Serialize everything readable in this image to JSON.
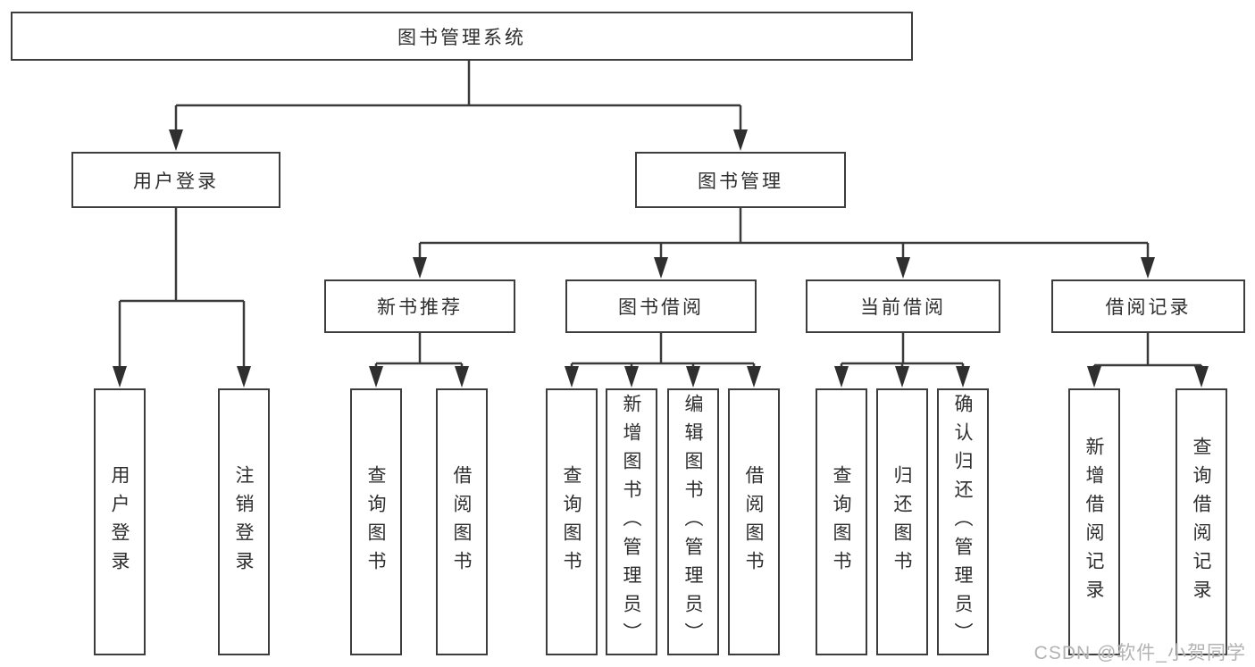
{
  "tree": {
    "root": {
      "label": "图书管理系统",
      "children": [
        {
          "label": "用户登录",
          "children": [
            {
              "label": "用户登录"
            },
            {
              "label": "注销登录"
            }
          ]
        },
        {
          "label": "图书管理",
          "children": [
            {
              "label": "新书推荐",
              "children": [
                {
                  "label": "查询图书"
                },
                {
                  "label": "借阅图书"
                }
              ]
            },
            {
              "label": "图书借阅",
              "children": [
                {
                  "label": "查询图书"
                },
                {
                  "label": "新增图书（管理员）"
                },
                {
                  "label": "编辑图书（管理员）"
                },
                {
                  "label": "借阅图书"
                }
              ]
            },
            {
              "label": "当前借阅",
              "children": [
                {
                  "label": "查询图书"
                },
                {
                  "label": "归还图书"
                },
                {
                  "label": "确认归还（管理员）"
                }
              ]
            },
            {
              "label": "借阅记录",
              "children": [
                {
                  "label": "新增借阅记录"
                },
                {
                  "label": "查询借阅记录"
                }
              ]
            }
          ]
        }
      ]
    }
  },
  "watermark": "CSDN @软件_小贺同学",
  "colors": {
    "background": "#ffffff",
    "box_border": "#3d3d3d",
    "box_text": "#2e2e2e",
    "connector_line": "#3a3a3a",
    "arrowhead": "#2f2f2f",
    "watermark_text": "#b3b3b3"
  }
}
